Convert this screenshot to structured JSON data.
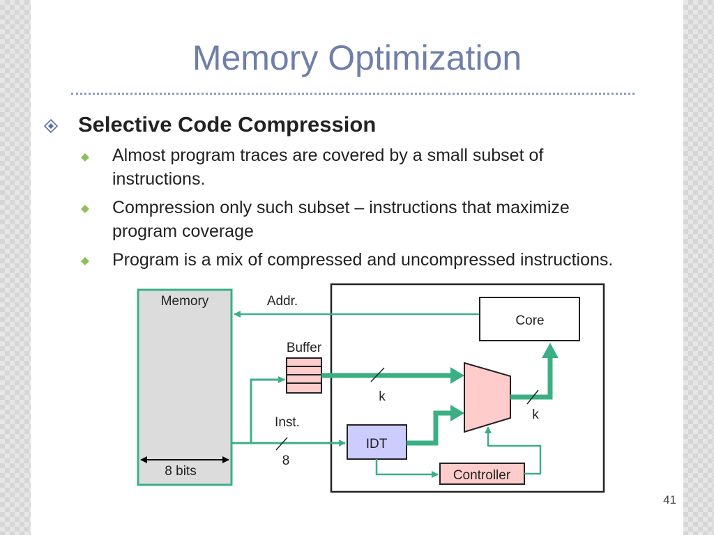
{
  "slide": {
    "title": "Memory Optimization",
    "heading": "Selective Code Compression",
    "bullets": [
      {
        "line1": "Almost program traces are covered by a small subset of",
        "line2": "instructions."
      },
      {
        "line1": "Compression only such subset – instructions that maximize",
        "line2": "program coverage"
      },
      {
        "line1": "Program is a mix of compressed and uncompressed instructions.",
        "line2": ""
      }
    ],
    "page_number": "41"
  },
  "diagram": {
    "memory_label": "Memory",
    "memory_width_label": "8 bits",
    "addr_label": "Addr.",
    "buffer_label": "Buffer",
    "inst_label": "Inst.",
    "inst_width_label": "8",
    "core_label": "Core",
    "idt_label": "IDT",
    "controller_label": "Controller",
    "k_label_1": "k",
    "k_label_2": "k"
  },
  "colors": {
    "accent_green": "#3aaf84",
    "title": "#6f7fa9",
    "idt_fill": "#ccccff",
    "pink_fill": "#ffcccc",
    "memory_fill": "#dcdcdc"
  }
}
